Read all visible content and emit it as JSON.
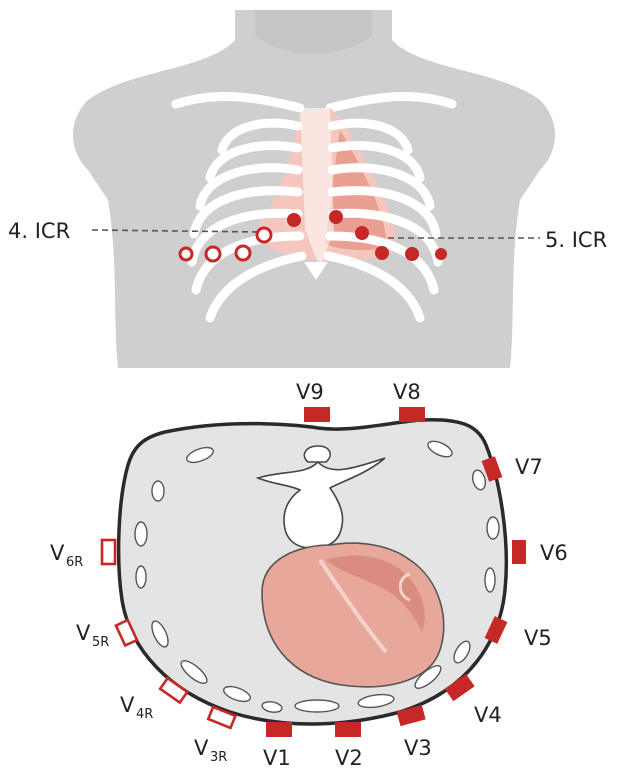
{
  "colors": {
    "torso": "#cfcfcf",
    "ribs": "#ffffff",
    "heart_shadow": "#f4c6bd",
    "heart_dark": "#e58f80",
    "electrode": "#c62828",
    "section_fill": "#e4e4e4",
    "section_outline": "#2a2a2a",
    "heart_section": "#e7a79a",
    "heart_section_inner": "#d98c7f"
  },
  "chest": {
    "left_label": "4. ICR",
    "right_label": "5. ICR",
    "filled_electrodes": 6,
    "hollow_electrodes": 4
  },
  "cross_section": {
    "posterior_leads": [
      {
        "main": "V9",
        "sub": ""
      },
      {
        "main": "V8",
        "sub": ""
      }
    ],
    "left_leads": [
      {
        "main": "V7",
        "sub": ""
      },
      {
        "main": "V6",
        "sub": ""
      },
      {
        "main": "V5",
        "sub": ""
      },
      {
        "main": "V4",
        "sub": ""
      }
    ],
    "anterior_leads": [
      {
        "main": "V3",
        "sub": ""
      },
      {
        "main": "V2",
        "sub": ""
      },
      {
        "main": "V1",
        "sub": ""
      }
    ],
    "right_leads": [
      {
        "main": "V",
        "sub": "6R"
      },
      {
        "main": "V",
        "sub": "5R"
      },
      {
        "main": "V",
        "sub": "4R"
      },
      {
        "main": "V",
        "sub": "3R"
      }
    ]
  }
}
